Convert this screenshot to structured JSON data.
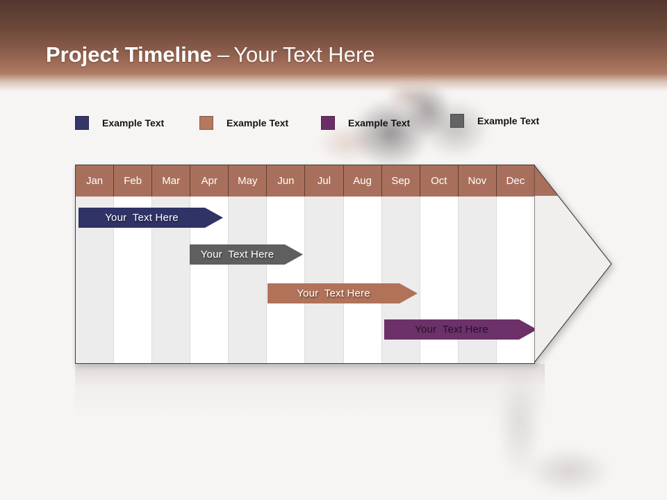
{
  "header": {
    "title": "Project Timeline",
    "separator": "–",
    "subtitle": "Your Text Here"
  },
  "legend": {
    "items": [
      {
        "label": "Example Text",
        "color": "#343768"
      },
      {
        "label": "Example Text",
        "color": "#b5795f"
      },
      {
        "label": "Example Text",
        "color": "#6b2f67"
      },
      {
        "label": "Example Text",
        "color": "#636363"
      }
    ]
  },
  "chart_data": {
    "type": "gantt",
    "title": "Project Timeline",
    "categories": [
      "Jan",
      "Feb",
      "Mar",
      "Apr",
      "May",
      "Jun",
      "Jul",
      "Aug",
      "Sep",
      "Oct",
      "Nov",
      "Dec"
    ],
    "header_color": "#a8705c",
    "column_alt_color": "#ececec",
    "column_color": "#ffffff",
    "bars": [
      {
        "label": "Your  Text Here",
        "start_month": "Jan",
        "end_month": "Mar",
        "color": "#303366",
        "text_color": "#ffffff"
      },
      {
        "label": "Your  Text Here",
        "start_month": "Apr",
        "end_month": "Jun",
        "color": "#5f5f5f",
        "text_color": "#ffffff"
      },
      {
        "label": "Your  Text Here",
        "start_month": "Jun",
        "end_month": "Sep",
        "color": "#b1725a",
        "text_color": "#ffffff"
      },
      {
        "label": "Your  Text Here",
        "start_month": "Sep",
        "end_month": "Dec",
        "color": "#6b3168",
        "text_color": "#26112a"
      }
    ]
  }
}
